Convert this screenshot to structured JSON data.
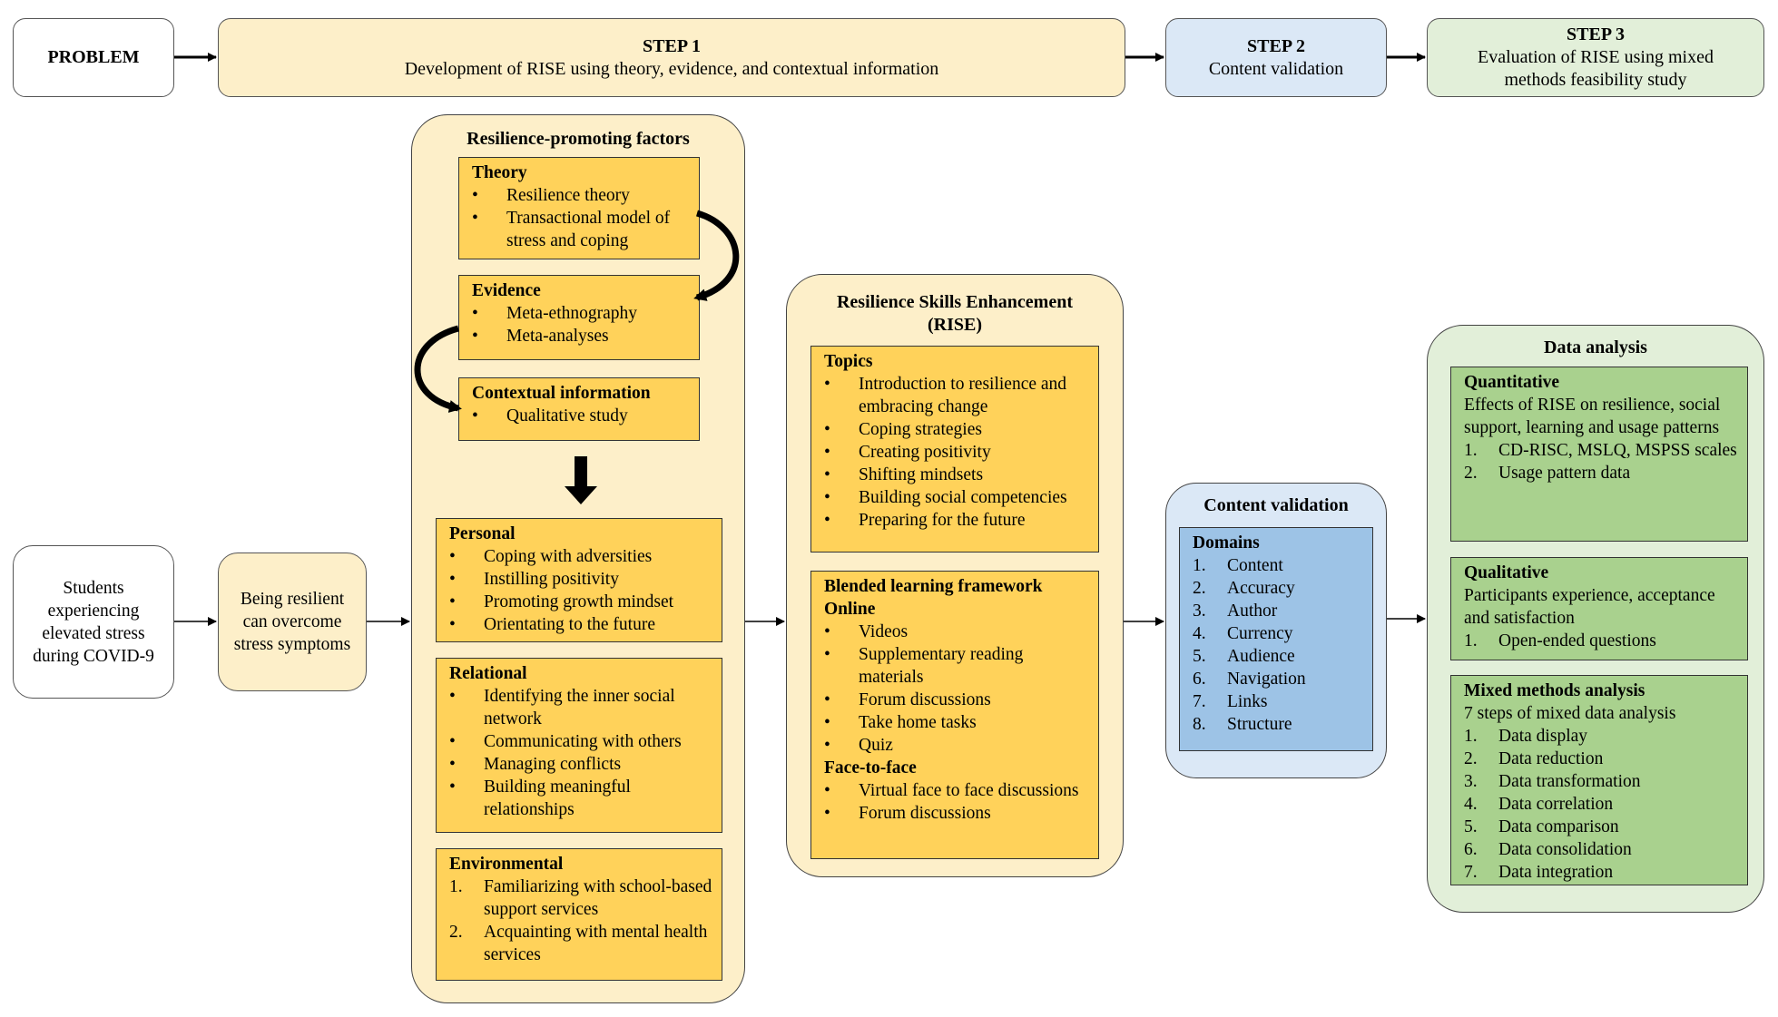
{
  "colors": {
    "cream": "#fdefc9",
    "yellow": "#ffd25a",
    "light_blue": "#dbe8f6",
    "blue": "#9dc3e6",
    "light_green": "#e2efd9",
    "green": "#a9d18e"
  },
  "header": {
    "problem": "PROBLEM",
    "step1": {
      "title": "STEP 1",
      "text": "Development of RISE using theory, evidence, and contextual information"
    },
    "step2": {
      "title": "STEP 2",
      "text": "Content validation"
    },
    "step3": {
      "title": "STEP 3",
      "text": "Evaluation of RISE using mixed methods feasibility study"
    }
  },
  "students": "Students experiencing elevated stress during COVID-9",
  "resilient": "Being resilient can overcome stress symptoms",
  "factors": {
    "title": "Resilience-promoting factors",
    "theory": {
      "title": "Theory",
      "items": [
        "Resilience theory",
        "Transactional model of stress and coping"
      ]
    },
    "evidence": {
      "title": "Evidence",
      "items": [
        "Meta-ethnography",
        "Meta-analyses"
      ]
    },
    "contextual": {
      "title": "Contextual information",
      "items": [
        "Qualitative study"
      ]
    },
    "personal": {
      "title": "Personal",
      "items": [
        "Coping with adversities",
        "Instilling positivity",
        "Promoting growth mindset",
        "Orientating to the future"
      ]
    },
    "relational": {
      "title": "Relational",
      "items": [
        "Identifying the inner social network",
        "Communicating with others",
        "Managing conflicts",
        "Building meaningful relationships"
      ]
    },
    "environmental": {
      "title": "Environmental",
      "items": [
        "Familiarizing with school-based support services",
        "Acquainting with mental health services"
      ]
    }
  },
  "rise": {
    "title": "Resilience Skills Enhancement (RISE)",
    "topics": {
      "title": "Topics",
      "items": [
        "Introduction to resilience and embracing change",
        "Coping strategies",
        "Creating positivity",
        "Shifting mindsets",
        "Building social competencies",
        "Preparing for the future"
      ]
    },
    "blended": {
      "title": "Blended learning framework",
      "online_title": "Online",
      "online": [
        "Videos",
        "Supplementary reading materials",
        "Forum discussions",
        "Take home tasks",
        "Quiz"
      ],
      "f2f_title": "Face-to-face",
      "f2f": [
        "Virtual face to face discussions",
        "Forum discussions"
      ]
    }
  },
  "validation": {
    "title": "Content validation",
    "domains_title": "Domains",
    "domains": [
      "Content",
      "Accuracy",
      "Author",
      "Currency",
      "Audience",
      "Navigation",
      "Links",
      "Structure"
    ]
  },
  "analysis": {
    "title": "Data analysis",
    "quant": {
      "title": "Quantitative",
      "desc": "Effects of RISE on resilience, social support, learning and usage patterns",
      "items": [
        "CD-RISC, MSLQ, MSPSS scales",
        "Usage pattern data"
      ]
    },
    "qual": {
      "title": "Qualitative",
      "desc": "Participants experience, acceptance and satisfaction",
      "items": [
        "Open-ended questions"
      ]
    },
    "mixed": {
      "title": "Mixed methods analysis",
      "desc": "7 steps of mixed data analysis",
      "items": [
        "Data display",
        "Data reduction",
        "Data transformation",
        "Data correlation",
        "Data comparison",
        "Data consolidation",
        "Data integration"
      ]
    }
  }
}
